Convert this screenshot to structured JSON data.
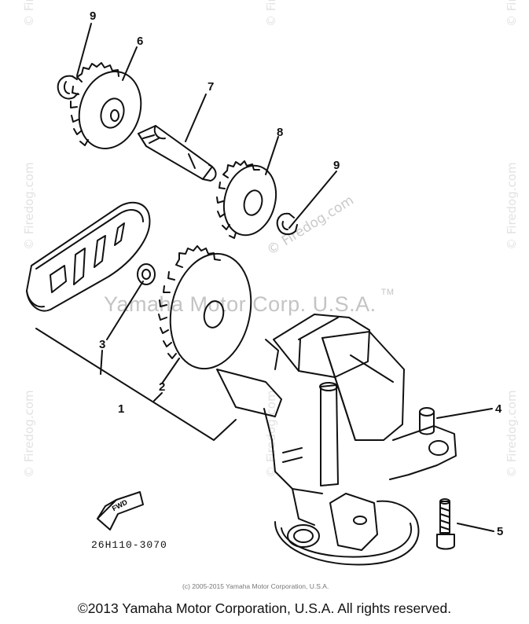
{
  "watermarks": {
    "repeated": "© Firedog.com",
    "diagonal": "© Firedog.com",
    "brand": "Yamaha Motor Corp. U.S.A.",
    "brand_tm": "TM"
  },
  "callouts": {
    "c1": "1",
    "c2": "2",
    "c3": "3",
    "c4": "4",
    "c5": "5",
    "c6": "6",
    "c7": "7",
    "c8": "8",
    "c9a": "9",
    "c9b": "9"
  },
  "fwd_label": "FWD",
  "part_number": "26H110-3070",
  "small_copyright": "(c) 2005-2015 Yamaha Motor Corporation, U.S.A.",
  "footer": "©2013 Yamaha Motor Corporation, U.S.A. All rights reserved."
}
